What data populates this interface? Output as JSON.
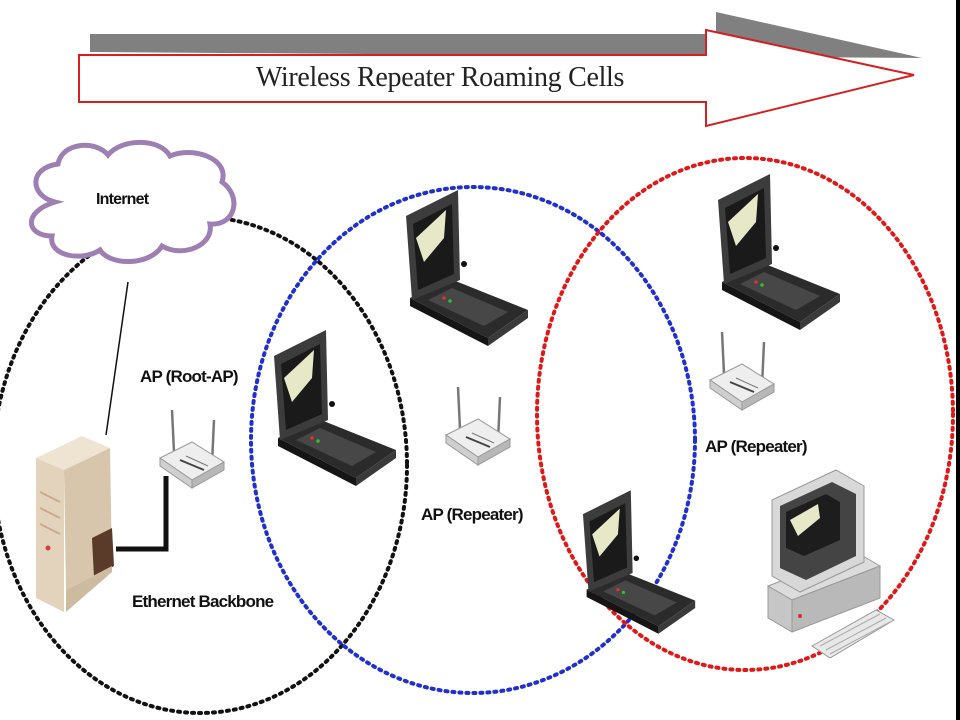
{
  "title": "Wireless Repeater Roaming Cells",
  "labels": {
    "internet": "Internet",
    "root_ap": "AP (Root-AP)",
    "repeater_1": "AP (Repeater)",
    "repeater_2": "AP (Repeater)",
    "ethernet": "Ethernet Backbone"
  },
  "colors": {
    "cell_root": "#111111",
    "cell_repeater_1": "#1f2fd0",
    "cell_repeater_2": "#e01818",
    "arrow_outline": "#d42020",
    "arrow_shadow": "#808080",
    "cloud_outline": "#9e7fb4"
  },
  "icons": [
    "cloud-icon",
    "server-icon",
    "access-point-icon",
    "laptop-icon",
    "desktop-computer-icon"
  ]
}
